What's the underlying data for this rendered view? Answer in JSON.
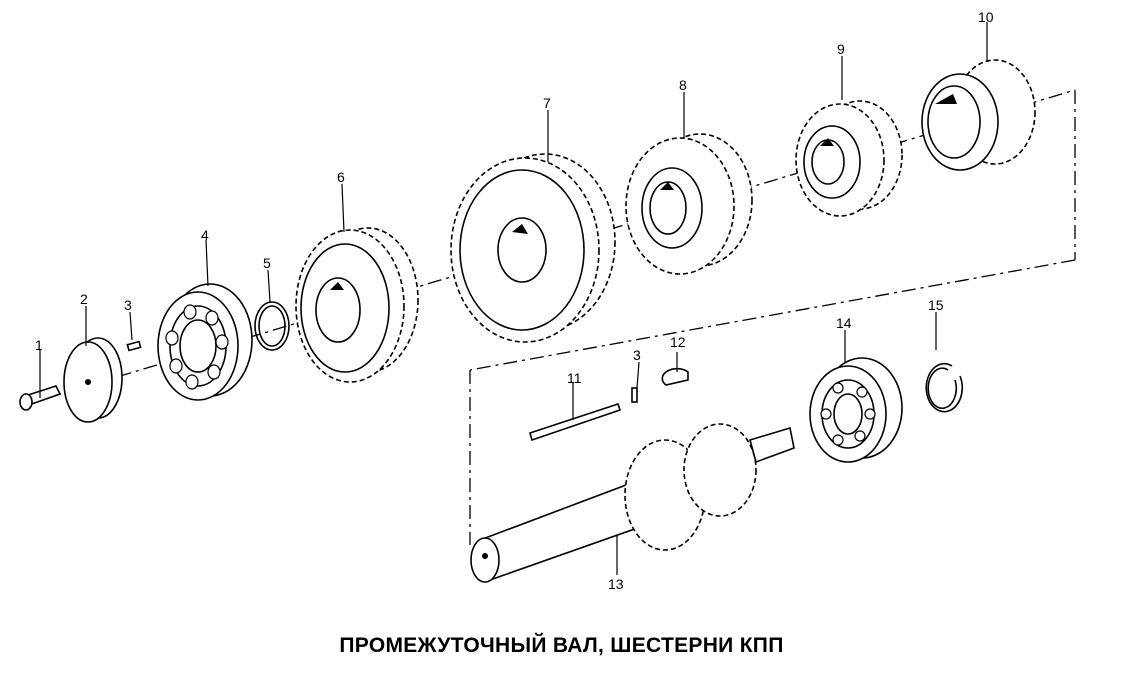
{
  "title": "ПРОМЕЖУТОЧНЫЙ ВАЛ, ШЕСТЕРНИ КПП",
  "callouts": [
    "1",
    "2",
    "3",
    "4",
    "5",
    "6",
    "7",
    "8",
    "9",
    "10",
    "11",
    "12",
    "3",
    "13",
    "14",
    "15"
  ],
  "colors": {
    "ink": "#000000",
    "paper": "#ffffff"
  }
}
